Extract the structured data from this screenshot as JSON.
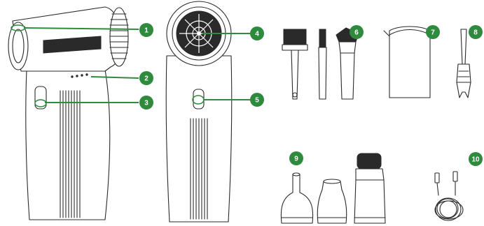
{
  "callouts": [
    {
      "label": "1"
    },
    {
      "label": "2"
    },
    {
      "label": "3"
    },
    {
      "label": "4"
    },
    {
      "label": "5"
    },
    {
      "label": "6"
    },
    {
      "label": "7"
    },
    {
      "label": "8"
    },
    {
      "label": "9"
    },
    {
      "label": "10"
    }
  ],
  "colors": {
    "accent": "#2e8b3d",
    "line": "#2a2a2a",
    "background": "#ffffff"
  }
}
